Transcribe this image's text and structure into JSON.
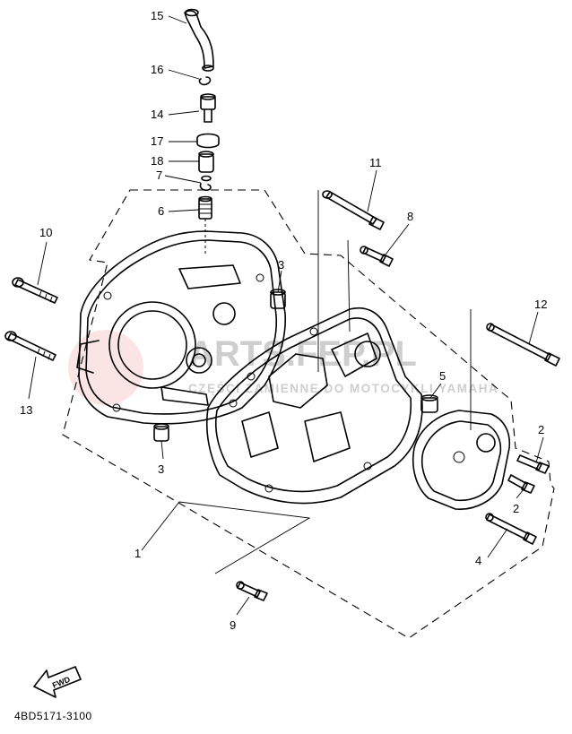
{
  "diagram": {
    "document_code": "4BD5171-3100",
    "fwd_label": "FWD",
    "watermark": {
      "main": "ARTS.FEP.PL",
      "sub": "CZĘŚCI ZAMIENNE DO MOTOCYKLI YAMAHA"
    },
    "callouts": [
      {
        "id": "c15",
        "label": "15"
      },
      {
        "id": "c16",
        "label": "16"
      },
      {
        "id": "c14",
        "label": "14"
      },
      {
        "id": "c17",
        "label": "17"
      },
      {
        "id": "c18",
        "label": "18"
      },
      {
        "id": "c7",
        "label": "7"
      },
      {
        "id": "c6",
        "label": "6"
      },
      {
        "id": "c11",
        "label": "11"
      },
      {
        "id": "c8",
        "label": "8"
      },
      {
        "id": "c10",
        "label": "10"
      },
      {
        "id": "c3a",
        "label": "3"
      },
      {
        "id": "c12",
        "label": "12"
      },
      {
        "id": "c13",
        "label": "13"
      },
      {
        "id": "c5",
        "label": "5"
      },
      {
        "id": "c2a",
        "label": "2"
      },
      {
        "id": "c3b",
        "label": "3"
      },
      {
        "id": "c2b",
        "label": "2"
      },
      {
        "id": "c1",
        "label": "1"
      },
      {
        "id": "c4",
        "label": "4"
      },
      {
        "id": "c9",
        "label": "9"
      }
    ]
  }
}
